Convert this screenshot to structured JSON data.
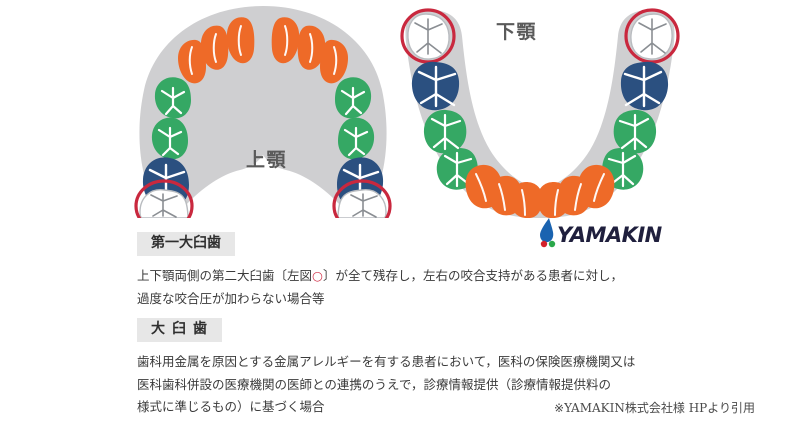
{
  "figure": {
    "upper": {
      "jaw_label": "上顎",
      "arch_color": "#cfcfd1",
      "teeth": {
        "anterior_color": "#ee6a28",
        "premolar_color": "#35a864",
        "first_molar_color": "#2b5080",
        "second_molar_color": "#ffffff",
        "highlight_ring_color": "#c9283e",
        "anterior_count": 6,
        "premolar_count_per_side": 2,
        "first_molar_count_per_side": 1,
        "second_molar_count_per_side": 1
      }
    },
    "lower": {
      "jaw_label": "下顎",
      "arch_color": "#cfcfd1",
      "teeth": {
        "anterior_color": "#ee6a28",
        "premolar_color": "#35a864",
        "first_molar_color": "#2b5080",
        "second_molar_color": "#ffffff",
        "highlight_ring_color": "#c9283e",
        "anterior_count": 6,
        "premolar_count_per_side": 2,
        "first_molar_count_per_side": 1,
        "second_molar_count_per_side": 1
      }
    }
  },
  "logo": {
    "wordmark": "YAMAKIN",
    "mark_blue": "#1a63b0",
    "mark_red": "#d4202a",
    "mark_green": "#2aa84a",
    "wordmark_color": "#1f1f3d"
  },
  "notes": [
    {
      "heading": "第一大臼歯",
      "heading_spaced": false,
      "lines": [
        "上下顎両側の第二大臼歯〔左図○〕が全て残存し，左右の咬合支持がある患者に対し，",
        "過度な咬合圧が加わらない場合等"
      ],
      "line1_pre": "上下顎両側の第二大臼歯〔左図",
      "line1_mark": "○",
      "line1_post": "〕が全て残存し，左右の咬合支持がある患者に対し，"
    },
    {
      "heading": "大臼歯",
      "heading_spaced": true,
      "lines": [
        "歯科用金属を原因とする金属アレルギーを有する患者において，医科の保険医療機関又は",
        "医科歯科併設の医療機関の医師との連携のうえで，診療情報提供（診療情報提供料の",
        "様式に準じるもの）に基づく場合"
      ]
    }
  ],
  "credit": "※YAMAKIN株式会社様 HPより引用",
  "colors": {
    "background": "#ffffff",
    "badge_background": "#e7e7e7",
    "text": "#3a3a3a",
    "jaw_label": "#5a5a5a"
  }
}
